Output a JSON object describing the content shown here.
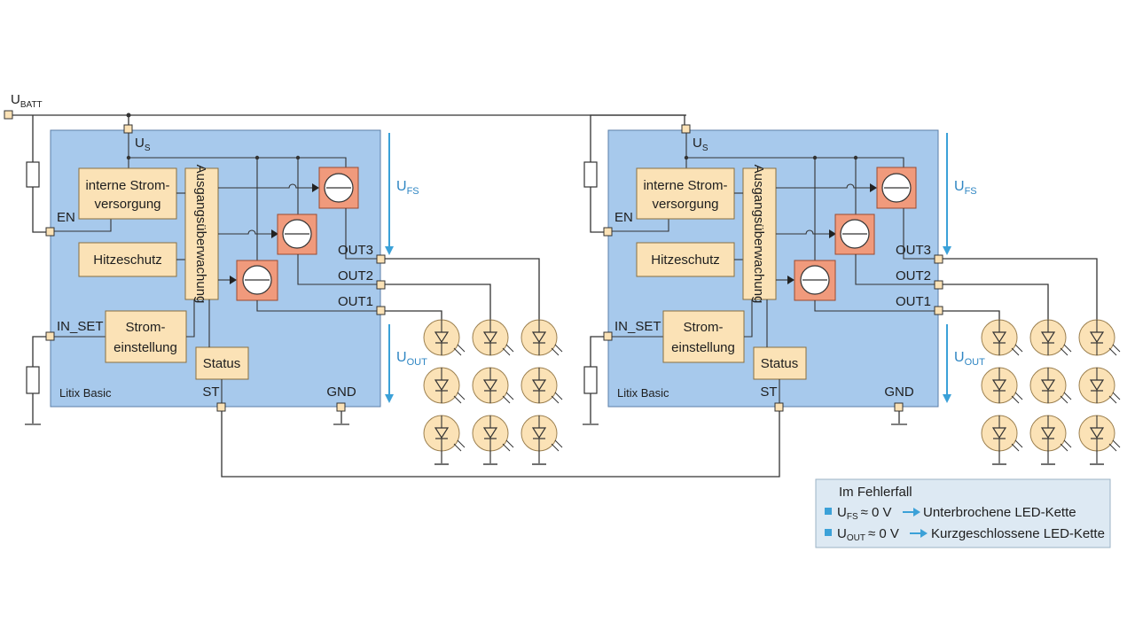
{
  "supply_label": {
    "main": "U",
    "sub": "BATT"
  },
  "chips": [
    {
      "pin_us": {
        "main": "U",
        "sub": "S"
      },
      "pin_en": "EN",
      "pin_in_set": "IN_SET",
      "pin_out3": "OUT3",
      "pin_out2": "OUT2",
      "pin_out1": "OUT1",
      "pin_st": "ST",
      "pin_gnd": "GND",
      "chip_name": "Litix Basic",
      "block_power": [
        "interne Strom-",
        "versorgung"
      ],
      "block_heat": "Hitzeschutz",
      "block_current": [
        "Strom-",
        "einstellung"
      ],
      "block_status": "Status",
      "block_monitor": "Ausgangsüberwachung",
      "ufs": {
        "main": "U",
        "sub": "FS"
      },
      "uout": {
        "main": "U",
        "sub": "OUT"
      }
    },
    {
      "pin_us": {
        "main": "U",
        "sub": "S"
      },
      "pin_en": "EN",
      "pin_in_set": "IN_SET",
      "pin_out3": "OUT3",
      "pin_out2": "OUT2",
      "pin_out1": "OUT1",
      "pin_st": "ST",
      "pin_gnd": "GND",
      "chip_name": "Litix Basic",
      "block_power": [
        "interne Strom-",
        "versorgung"
      ],
      "block_heat": "Hitzeschutz",
      "block_current": [
        "Strom-",
        "einstellung"
      ],
      "block_status": "Status",
      "block_monitor": "Ausgangsüberwachung",
      "ufs": {
        "main": "U",
        "sub": "FS"
      },
      "uout": {
        "main": "U",
        "sub": "OUT"
      }
    }
  ],
  "legend": {
    "title": "Im Fehlerfall",
    "rows": [
      {
        "sym": {
          "main": "U",
          "sub": "FS"
        },
        "cond": "≈ 0 V",
        "text": "Unterbrochene LED-Kette"
      },
      {
        "sym": {
          "main": "U",
          "sub": "OUT"
        },
        "cond": "≈ 0 V",
        "text": "Kurzgeschlossene LED-Kette"
      }
    ]
  },
  "colors": {
    "chip": "#a7c9ec",
    "block": "#fbe2b6",
    "current_source": "#f09a7c",
    "accent_blue": "#3ba1d8",
    "legend_bg": "#dde9f3",
    "wire": "#333333"
  }
}
